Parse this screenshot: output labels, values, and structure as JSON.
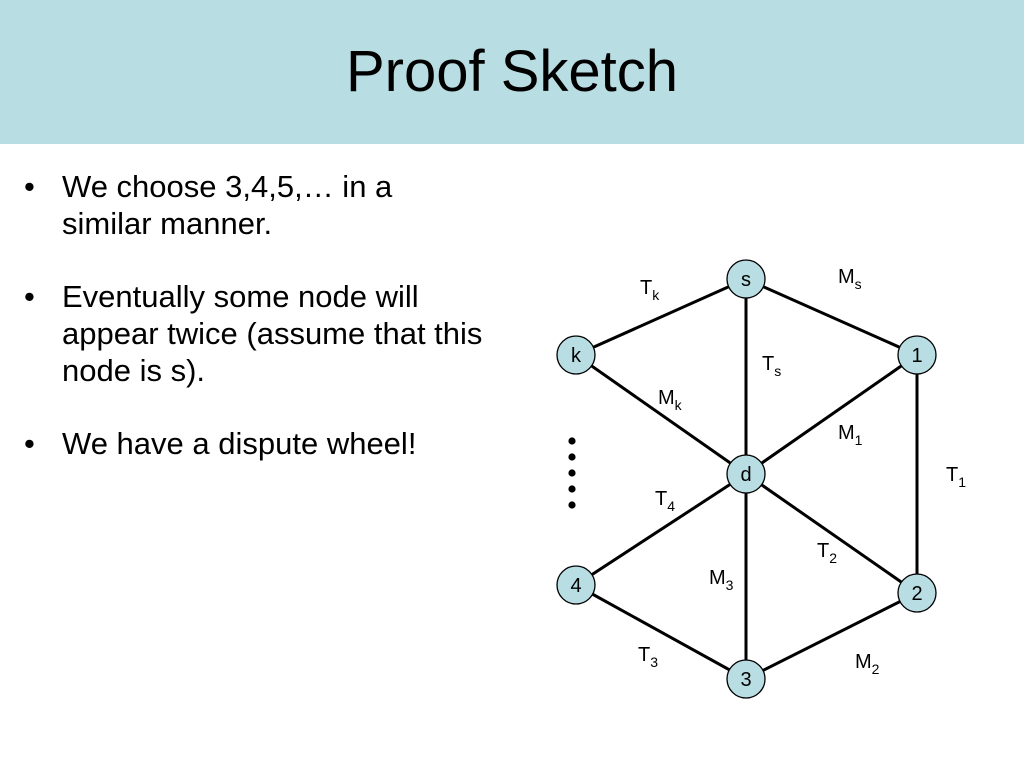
{
  "slide": {
    "title": "Proof Sketch",
    "bullets": [
      {
        "marker": "•",
        "text": "We choose 3,4,5,… in a similar manner."
      },
      {
        "marker": "•",
        "text": "Eventually some node will appear twice (assume that this node is s)."
      },
      {
        "marker": "•",
        "text": "We have a dispute wheel!"
      }
    ]
  },
  "diagram": {
    "node_fill": "#b8dde2",
    "nodes": [
      {
        "id": "s",
        "label": "s"
      },
      {
        "id": "k",
        "label": "k"
      },
      {
        "id": "1",
        "label": "1"
      },
      {
        "id": "d",
        "label": "d"
      },
      {
        "id": "4",
        "label": "4"
      },
      {
        "id": "2",
        "label": "2"
      },
      {
        "id": "3",
        "label": "3"
      }
    ],
    "edges": [
      {
        "from": "s",
        "to": "k",
        "label": "T",
        "sub": "k"
      },
      {
        "from": "s",
        "to": "1",
        "label": "M",
        "sub": "s"
      },
      {
        "from": "s",
        "to": "d",
        "label": "T",
        "sub": "s"
      },
      {
        "from": "k",
        "to": "d",
        "label": "M",
        "sub": "k"
      },
      {
        "from": "1",
        "to": "d",
        "label": "M",
        "sub": "1"
      },
      {
        "from": "1",
        "to": "2",
        "label": "T",
        "sub": "1"
      },
      {
        "from": "d",
        "to": "4",
        "label": "T",
        "sub": "4"
      },
      {
        "from": "d",
        "to": "2",
        "label": "T",
        "sub": "2"
      },
      {
        "from": "d",
        "to": "3",
        "label": "M",
        "sub": "3"
      },
      {
        "from": "4",
        "to": "3",
        "label": "T",
        "sub": "3"
      },
      {
        "from": "2",
        "to": "3",
        "label": "M",
        "sub": "2"
      }
    ],
    "ellipsis": "vertical dots between k and 4"
  }
}
